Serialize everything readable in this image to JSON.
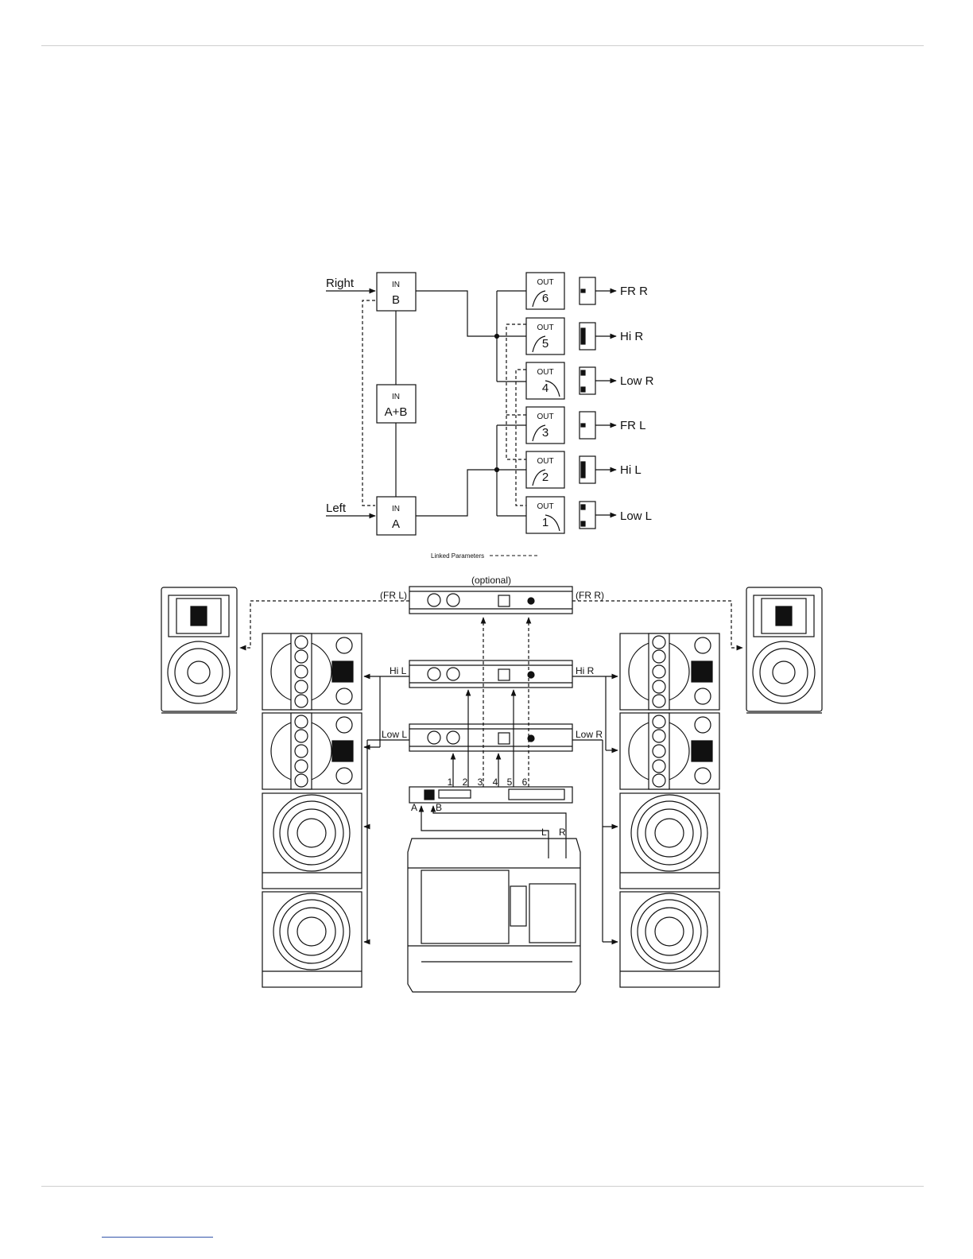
{
  "routing": {
    "in_right_label": "Right",
    "in_left_label": "Left",
    "in_b": {
      "top": "IN",
      "bottom": "B"
    },
    "in_ab": {
      "top": "IN",
      "bottom": "A+B"
    },
    "in_a": {
      "top": "IN",
      "bottom": "A"
    },
    "out_label": "OUT",
    "outputs": [
      {
        "num": "6",
        "dest": "FR R"
      },
      {
        "num": "5",
        "dest": "Hi R"
      },
      {
        "num": "4",
        "dest": "Low R"
      },
      {
        "num": "3",
        "dest": "FR L"
      },
      {
        "num": "2",
        "dest": "Hi L"
      },
      {
        "num": "1",
        "dest": "Low L"
      }
    ],
    "legend": "Linked Parameters"
  },
  "setup": {
    "optional_label": "(optional)",
    "fr_l": "(FR L)",
    "fr_r": "(FR R)",
    "hi_l": "Hi L",
    "hi_r": "Hi R",
    "low_l": "Low L",
    "low_r": "Low R",
    "channels": [
      "1",
      "2",
      "3",
      "4",
      "5",
      "6"
    ],
    "input_a": "A",
    "input_b": "B",
    "mixer_l": "L",
    "mixer_r": "R"
  }
}
